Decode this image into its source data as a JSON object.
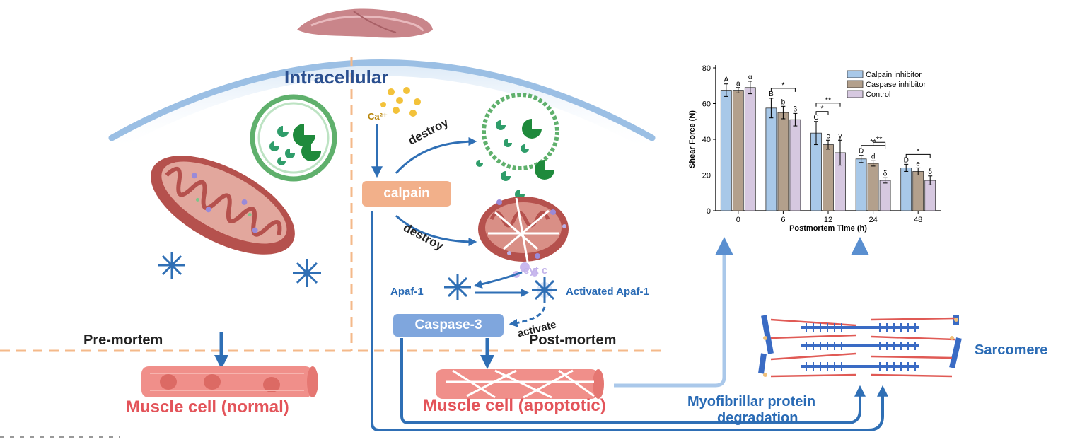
{
  "labels": {
    "intracellular": "Intracellular",
    "ca": "Ca²⁺",
    "destroy_top": "destroy",
    "destroy_bottom": "destroy",
    "calpain": "calpain",
    "cyt_c": "cyt c",
    "apaf1": "Apaf-1",
    "activated_apaf1": "Activated Apaf-1",
    "caspase3": "Caspase-3",
    "activate": "activate",
    "pre_mortem": "Pre-mortem",
    "post_mortem": "Post-mortem",
    "muscle_normal": "Muscle cell (normal)",
    "muscle_apoptotic": "Muscle cell (apoptotic)",
    "myofibrillar": "Myofibrillar protein",
    "degradation": "degradation",
    "sarcomere": "Sarcomere"
  },
  "colors": {
    "arrow_blue": "#2f6fb5",
    "mito_red": "#c8625c",
    "lysosome_green": "#1f8a3c",
    "label_red": "#e3545a",
    "calpain_fill": "#f2b08a",
    "caspase_fill": "#7fa6dd"
  },
  "chart_data": {
    "type": "bar",
    "xlabel": "Postmortem Time (h)",
    "ylabel": "Shear Force (N)",
    "ylim": [
      0,
      80
    ],
    "yticks": [
      0,
      20,
      40,
      60,
      80
    ],
    "categories": [
      "0",
      "6",
      "12",
      "24",
      "48"
    ],
    "legend_position": "top-right",
    "series": [
      {
        "name": "Calpain inhibitor",
        "color": "#a8c8e8",
        "values": [
          67.5,
          57.5,
          43.5,
          29,
          24
        ],
        "errors": [
          3.5,
          5.5,
          6.5,
          2.0,
          2.0
        ],
        "letters": [
          "A",
          "B",
          "C",
          "D",
          "D"
        ]
      },
      {
        "name": "Caspase inhibitor",
        "color": "#b3a08c",
        "values": [
          67.5,
          55,
          37,
          26.5,
          22
        ],
        "errors": [
          1.5,
          3.5,
          2.5,
          1.5,
          2.0
        ],
        "letters": [
          "a",
          "b",
          "c",
          "d",
          "e"
        ]
      },
      {
        "name": "Control",
        "color": "#d6c8e0",
        "values": [
          69,
          51,
          32.5,
          17,
          17
        ],
        "errors": [
          3.5,
          3.5,
          7.0,
          1.5,
          2.5
        ],
        "letters": [
          "α",
          "β",
          "γ",
          "δ",
          "δ"
        ]
      }
    ],
    "significance": [
      {
        "group": 1,
        "from": 0,
        "to": 2,
        "label": "*"
      },
      {
        "group": 2,
        "from": 0,
        "to": 1,
        "label": "*"
      },
      {
        "group": 2,
        "from": 0,
        "to": 2,
        "label": "**"
      },
      {
        "group": 3,
        "from": 0,
        "to": 2,
        "label": "**"
      },
      {
        "group": 3,
        "from": 1,
        "to": 2,
        "label": "**"
      },
      {
        "group": 4,
        "from": 0,
        "to": 2,
        "label": "*"
      }
    ]
  }
}
